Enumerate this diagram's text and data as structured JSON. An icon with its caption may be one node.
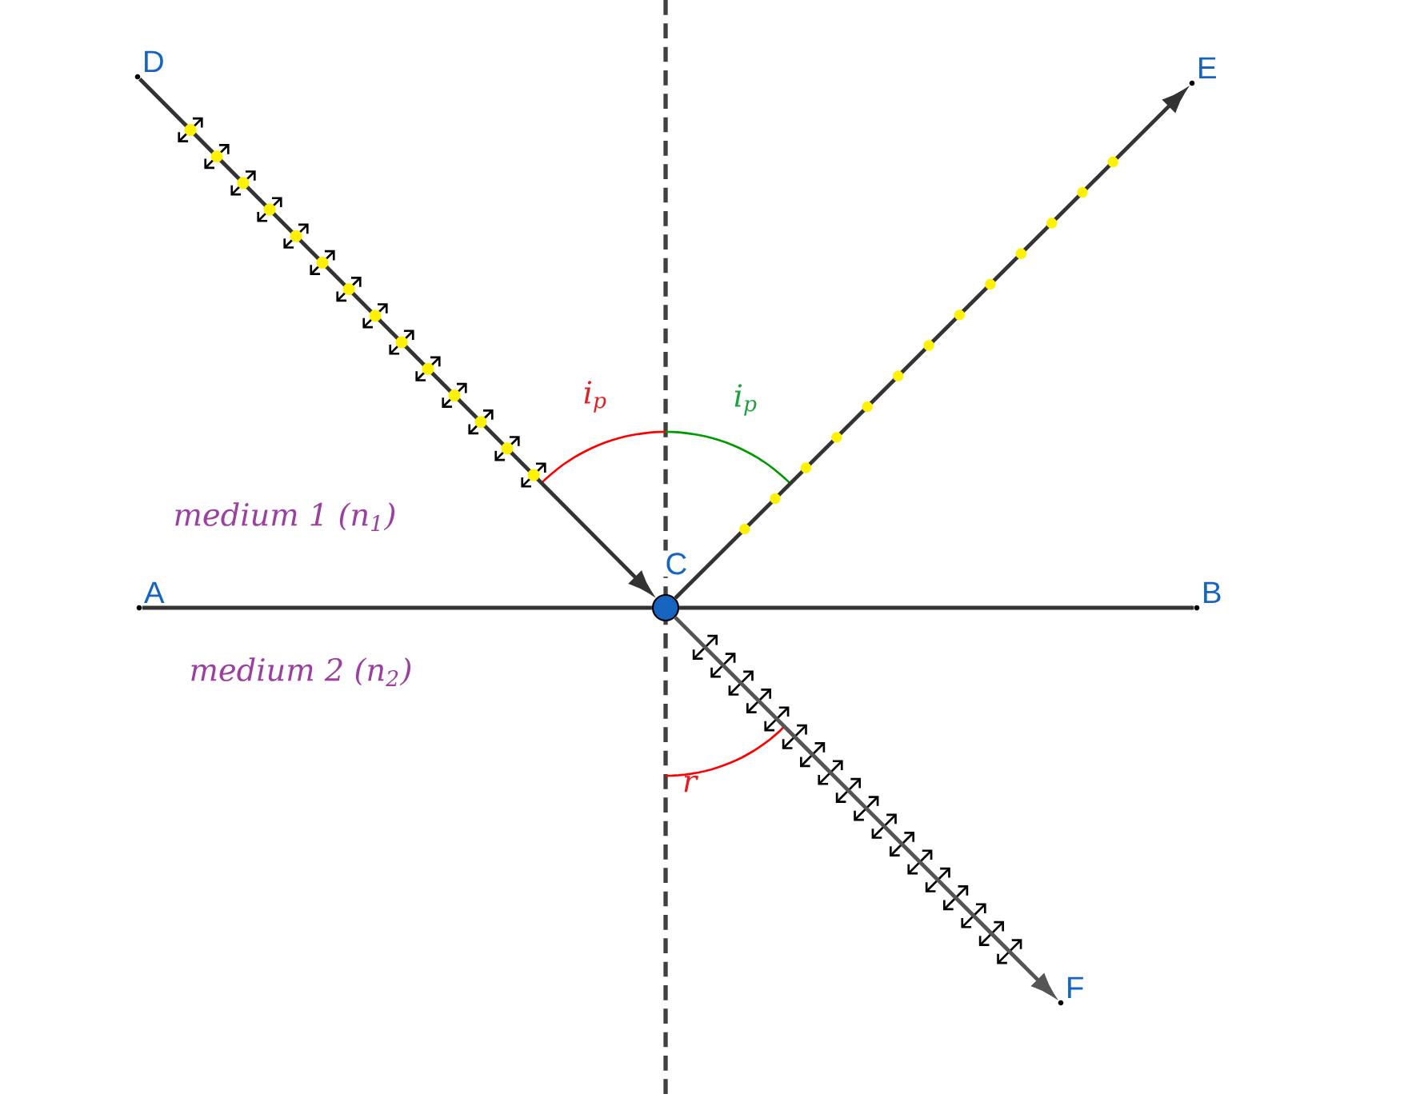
{
  "diagram": {
    "nodes": [
      {
        "text": [
          "A"
        ]
      },
      {
        "text": [
          "B"
        ]
      },
      {
        "text": [
          "C"
        ]
      },
      {
        "text": [
          "D"
        ]
      },
      {
        "text": [
          "E"
        ]
      },
      {
        "text": [
          "F"
        ]
      }
    ],
    "edges": [
      {
        "from": 0,
        "to": 2,
        "arrow": "none"
      },
      {
        "from": 2,
        "to": 1,
        "arrow": "none"
      },
      {
        "from": 3,
        "to": 2,
        "arrow": "to"
      },
      {
        "from": 2,
        "to": 4,
        "arrow": "to"
      },
      {
        "from": 2,
        "to": 5,
        "arrow": "to",
        "color": "#555555"
      }
    ],
    "labels": [
      "i$_{p}$",
      "i$_{p}$",
      "medium 1 (n$_{1}$)",
      "r",
      "medium 2 (n$_{2}$)"
    ]
  }
}
